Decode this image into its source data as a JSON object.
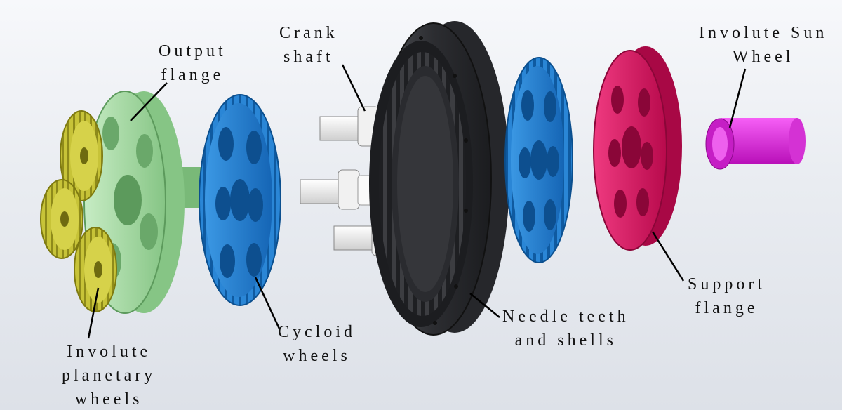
{
  "labels": {
    "output_flange": [
      "Output",
      "flange"
    ],
    "crank_shaft": [
      "Crank",
      "shaft"
    ],
    "involute_sun_wheel": [
      "Involute Sun",
      "Wheel"
    ],
    "involute_planetary_wheels": [
      "Involute",
      "planetary",
      "wheels"
    ],
    "cycloid_wheels": [
      "Cycloid",
      "wheels"
    ],
    "needle_teeth_shells": [
      "Needle teeth",
      "and shells"
    ],
    "support_flange": [
      "Support",
      "flange"
    ]
  },
  "colors": {
    "planetary": "#b9b52a",
    "output_flange": "#9fd89d",
    "cycloid": "#1d76c9",
    "crank": "#e9e9e9",
    "shell": "#333438",
    "support": "#d6105c",
    "sun": "#e020e0"
  }
}
